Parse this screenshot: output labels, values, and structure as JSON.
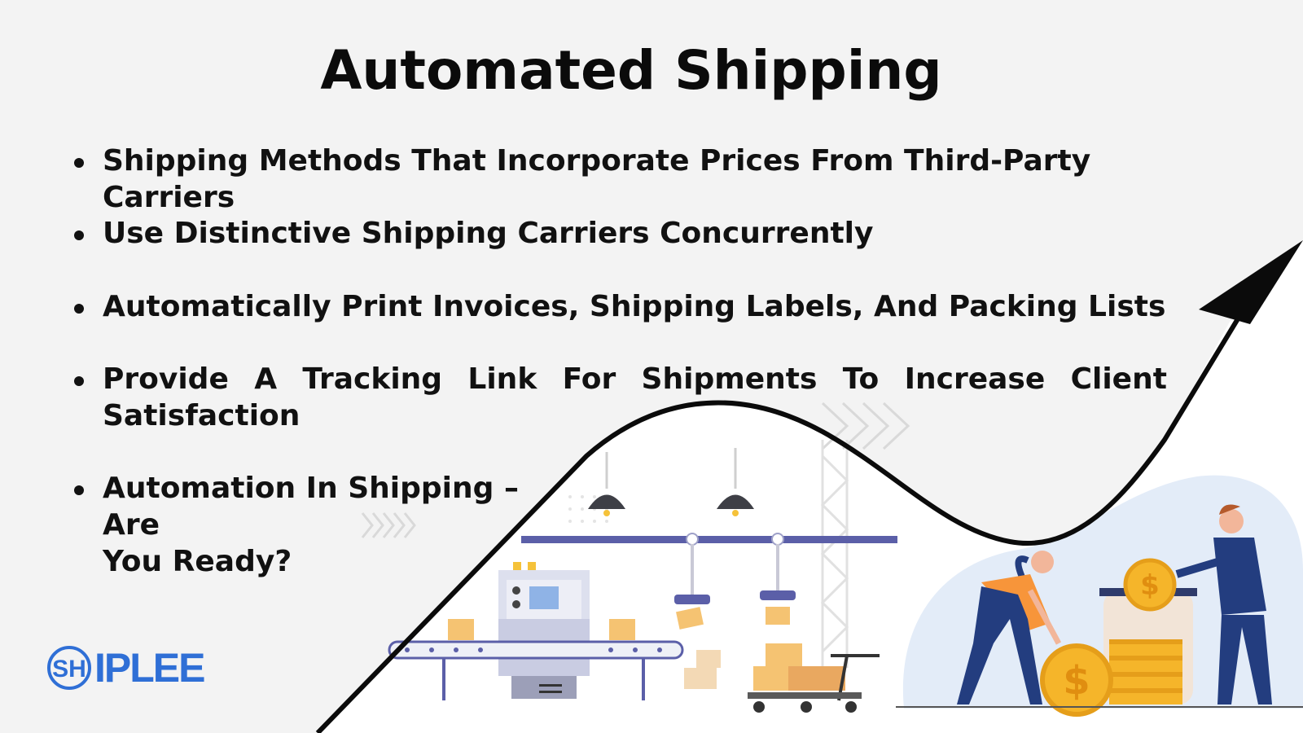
{
  "title": "Automated Shipping",
  "bullets": [
    "Shipping Methods That Incorporate Prices From Third-Party Carriers",
    "Use Distinctive Shipping Carriers Concurrently",
    "Automatically Print Invoices, Shipping Labels, And Packing Lists",
    "Provide A Tracking Link For Shipments To Increase Client Satisfaction",
    "Automation In Shipping –Are You Ready?"
  ],
  "bullet4_words": [
    "Provide",
    "A",
    "Tracking",
    "Link",
    "For",
    "Shipments",
    "To",
    "Increase",
    "Client"
  ],
  "bullet4_tail": "Satisfaction",
  "bullet5_line1": "Automation In Shipping –Are",
  "bullet5_line2": "You Ready?",
  "logo": {
    "text": "IPLEE",
    "mark": "SH"
  },
  "colors": {
    "background": "#f3f3f3",
    "text": "#111111",
    "brand": "#2f6fd6",
    "arrow": "#0b0b0b",
    "machine_purple": "#5b5fa8",
    "box": "#f5c372",
    "person_shirt": "#f7953a",
    "person_pants": "#233d7f",
    "coin": "#f5b52a"
  },
  "icons": [
    "growth-arrow-icon",
    "conveyor-factory-illustration",
    "people-saving-coins-illustration",
    "shiplee-logo-mark"
  ]
}
